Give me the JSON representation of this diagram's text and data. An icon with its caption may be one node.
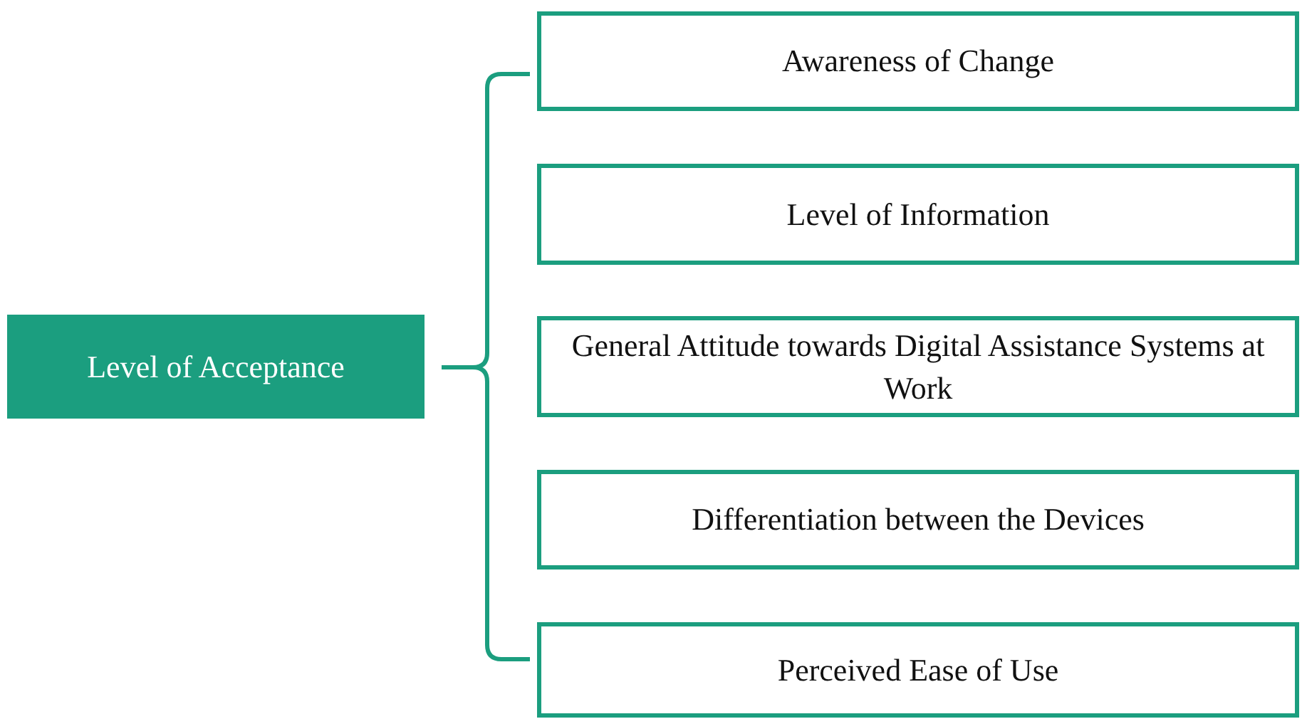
{
  "diagram": {
    "nodes": [
      {
        "text": [
          "Level of Acceptance"
        ]
      },
      {
        "text": [
          "Awareness of Change"
        ]
      },
      {
        "text": [
          "Level of Information"
        ]
      },
      {
        "text": [
          "General Attitude towards Digital Assistance Systems at Work"
        ]
      },
      {
        "text": [
          "Differentiation between the Devices"
        ]
      },
      {
        "text": [
          "Perceived Ease of Use"
        ]
      }
    ]
  }
}
